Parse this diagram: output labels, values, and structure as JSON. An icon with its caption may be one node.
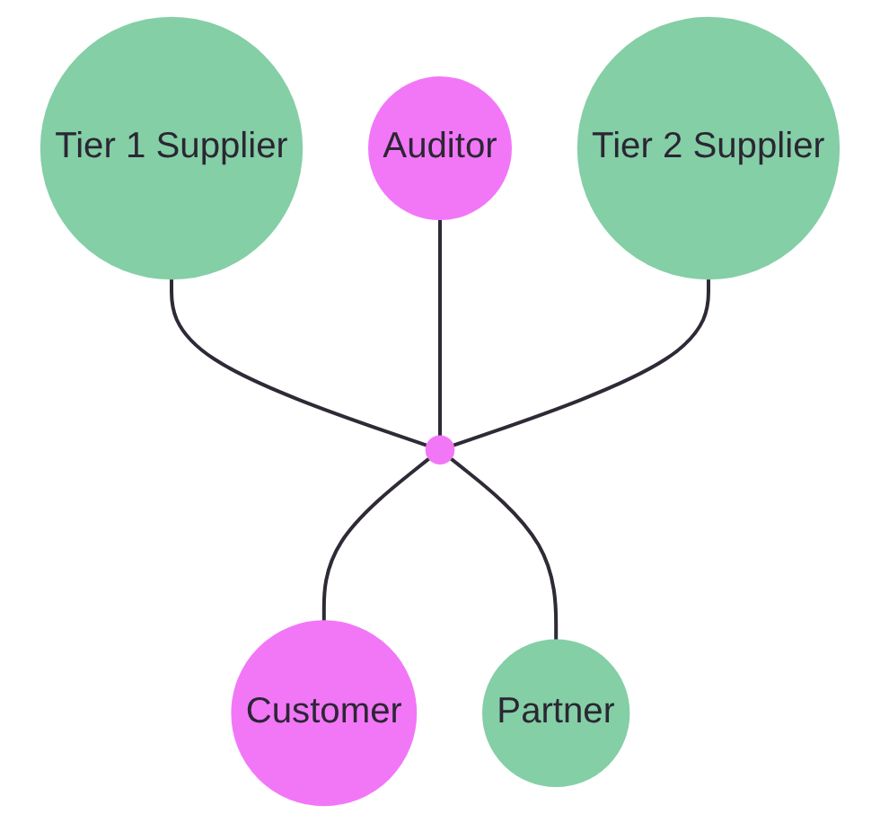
{
  "diagram": {
    "nodes": [
      {
        "text": [
          "Auditor"
        ]
      },
      {
        "text": [
          "Tier 1 Supplier"
        ]
      },
      {
        "text": [
          "Tier 2 Supplier"
        ]
      },
      {
        "text": [],
        "shape": "circle"
      },
      {
        "text": [
          "Customer"
        ]
      },
      {
        "text": [
          "Partner"
        ]
      }
    ],
    "edges": [
      {
        "from": 1,
        "to": 3,
        "arrow": "none"
      },
      {
        "from": 0,
        "to": 3,
        "arrow": "none"
      },
      {
        "from": 2,
        "to": 3,
        "arrow": "none"
      },
      {
        "from": 3,
        "to": 4,
        "arrow": "none"
      },
      {
        "from": 3,
        "to": 5,
        "arrow": "none"
      }
    ]
  }
}
